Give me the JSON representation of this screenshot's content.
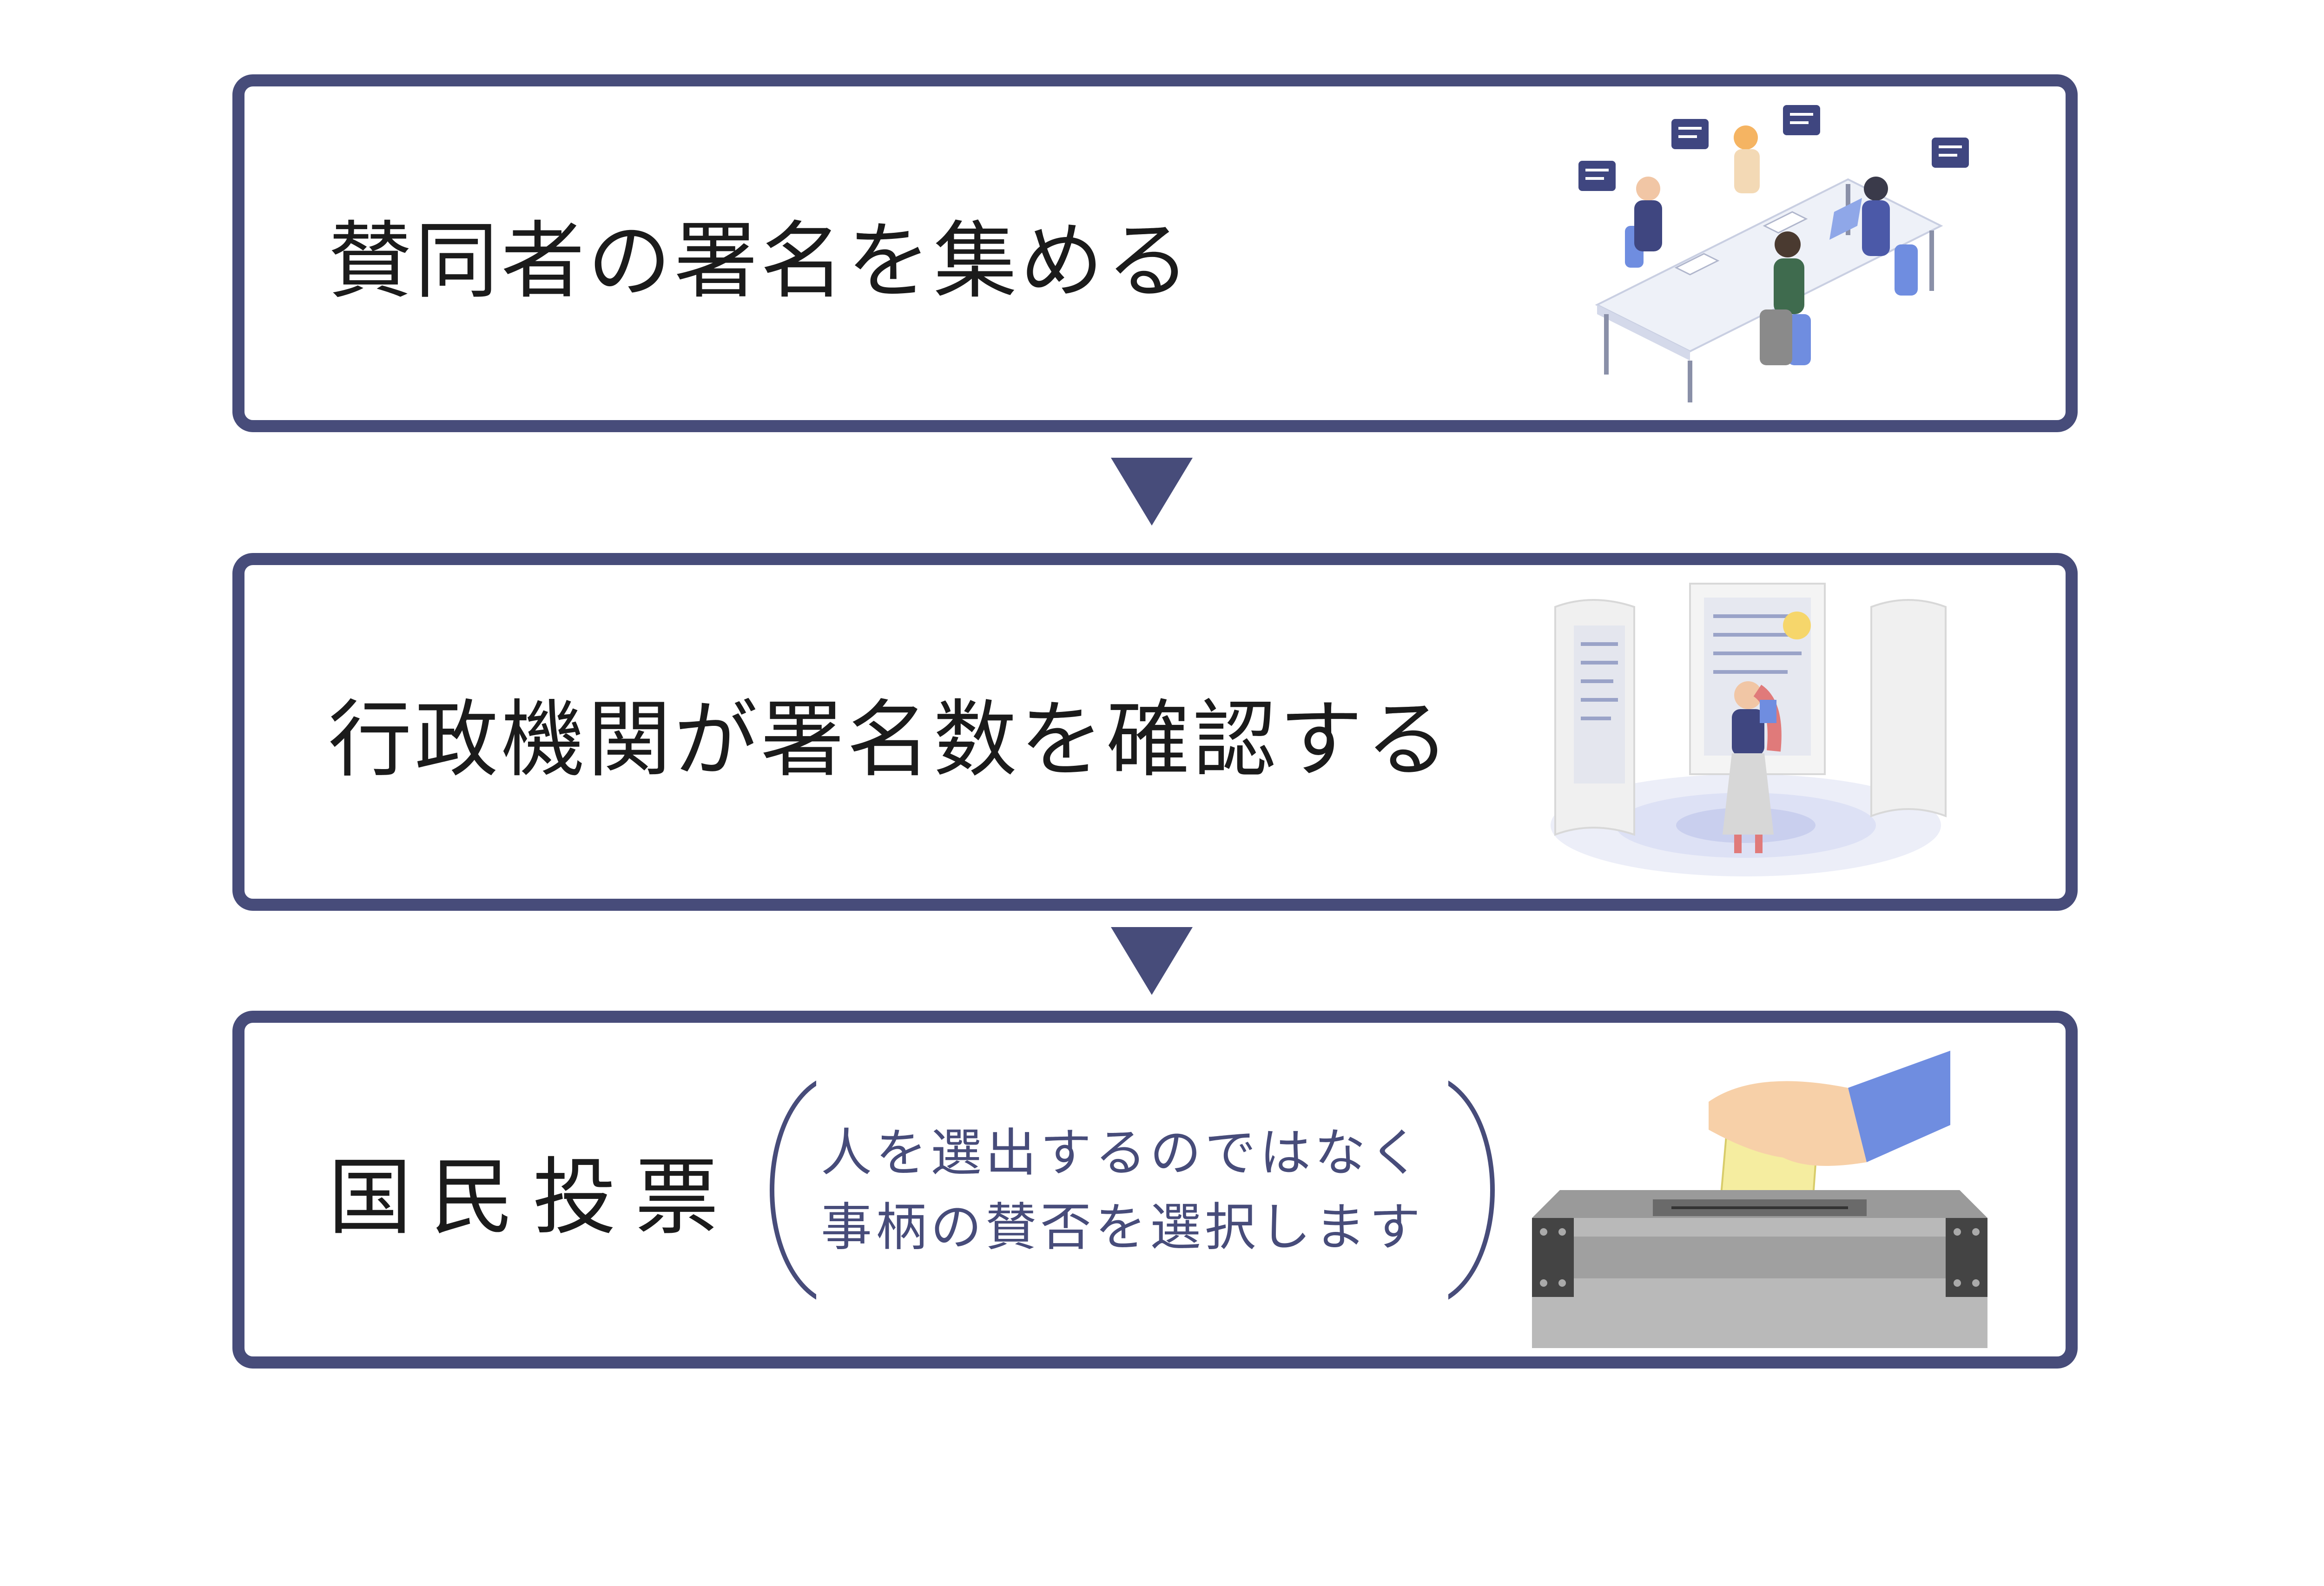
{
  "steps": [
    {
      "title": "賛同者の署名を集める",
      "icon": "meeting-illustration"
    },
    {
      "title": "行政機関が署名数を確認する",
      "icon": "document-review-illustration"
    },
    {
      "title": "国民投票",
      "icon": "ballot-box-illustration",
      "note_lines": [
        "人を選出するのではなく",
        "事柄の賛否を選択します"
      ]
    }
  ],
  "colors": {
    "frame": "#474c7a",
    "text": "#1b1b1b",
    "accent_blue": "#6f8de0"
  }
}
